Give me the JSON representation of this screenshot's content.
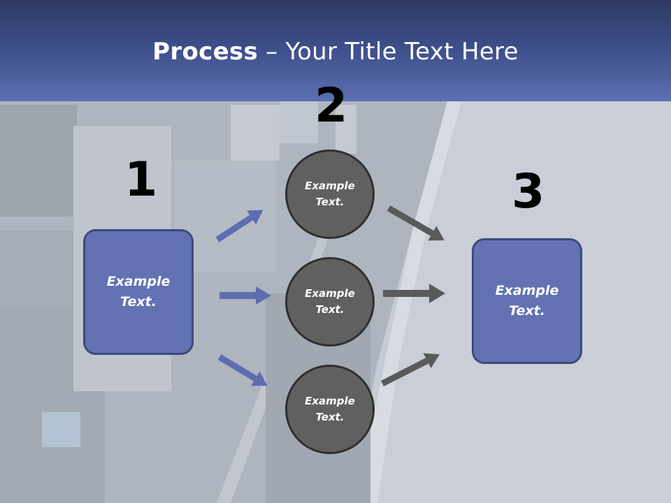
{
  "slide": {
    "title_bold": "Process",
    "title_rest": " – Your Title Text Here"
  },
  "steps": {
    "n1": "1",
    "n2": "2",
    "n3": "3"
  },
  "left_box": {
    "label": "Example\nText."
  },
  "circles": [
    {
      "label": "Example\nText."
    },
    {
      "label": "Example\nText."
    },
    {
      "label": "Example\nText."
    }
  ],
  "right_box": {
    "label": "Example\nText."
  },
  "colors": {
    "header_top": "#2c3a63",
    "header_bottom": "#5b6fb0",
    "box_fill": "#6272b2",
    "circle_fill": "#606060",
    "arrow_blue": "#5d6db0",
    "arrow_gray": "#5a5a5a"
  }
}
